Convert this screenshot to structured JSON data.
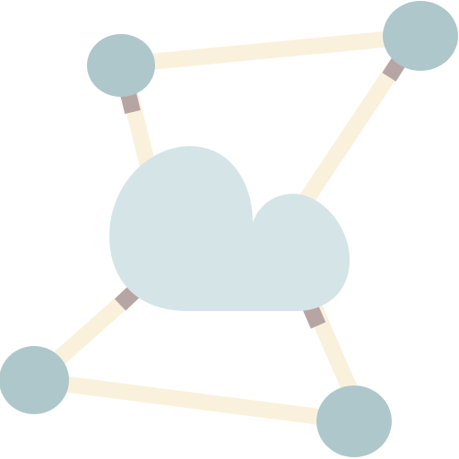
{
  "illustration": {
    "icon": "cloud-network-icon",
    "colors": {
      "background": "#ffffff",
      "link": "#faf1dc",
      "connector": "#b7a5a4",
      "node": "#aec7cb",
      "cloud": "#d5e4e7"
    },
    "nodes": [
      "top-left",
      "top-right",
      "bottom-left",
      "bottom-right"
    ],
    "links": [
      [
        "top-left",
        "top-right"
      ],
      [
        "bottom-left",
        "bottom-right"
      ],
      [
        "top-left",
        "cloud"
      ],
      [
        "top-right",
        "cloud"
      ],
      [
        "bottom-left",
        "cloud"
      ],
      [
        "bottom-right",
        "cloud"
      ]
    ]
  }
}
